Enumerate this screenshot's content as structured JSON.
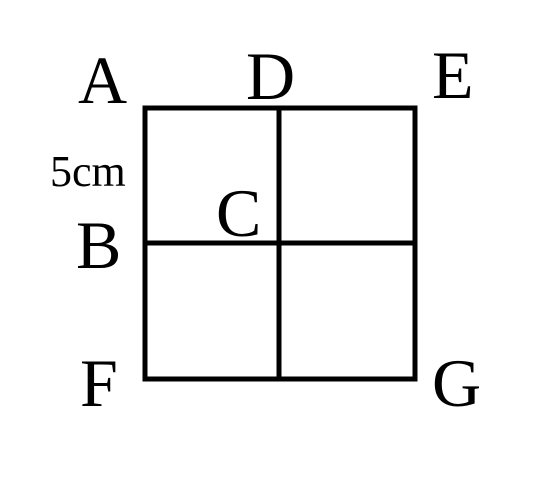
{
  "figure": {
    "points": {
      "A": "A",
      "D": "D",
      "E": "E",
      "B": "B",
      "C": "C",
      "F": "F",
      "G": "G"
    },
    "measure_label": "5cm"
  }
}
